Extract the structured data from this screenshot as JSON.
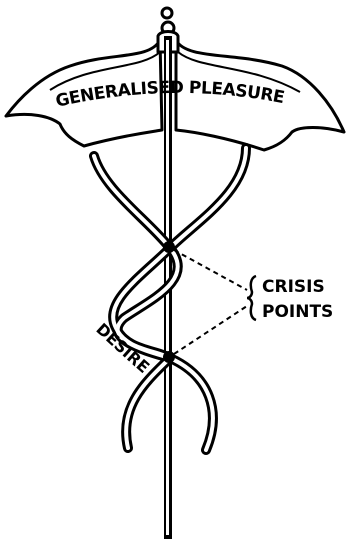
{
  "diagram": {
    "wings_label": "GENERALISED PLEASURE",
    "serpent_label": "DESIRE",
    "callout_label_line1": "CRISIS",
    "callout_label_line2": "POINTS",
    "colors": {
      "ink": "#000000",
      "paper": "#ffffff"
    }
  }
}
